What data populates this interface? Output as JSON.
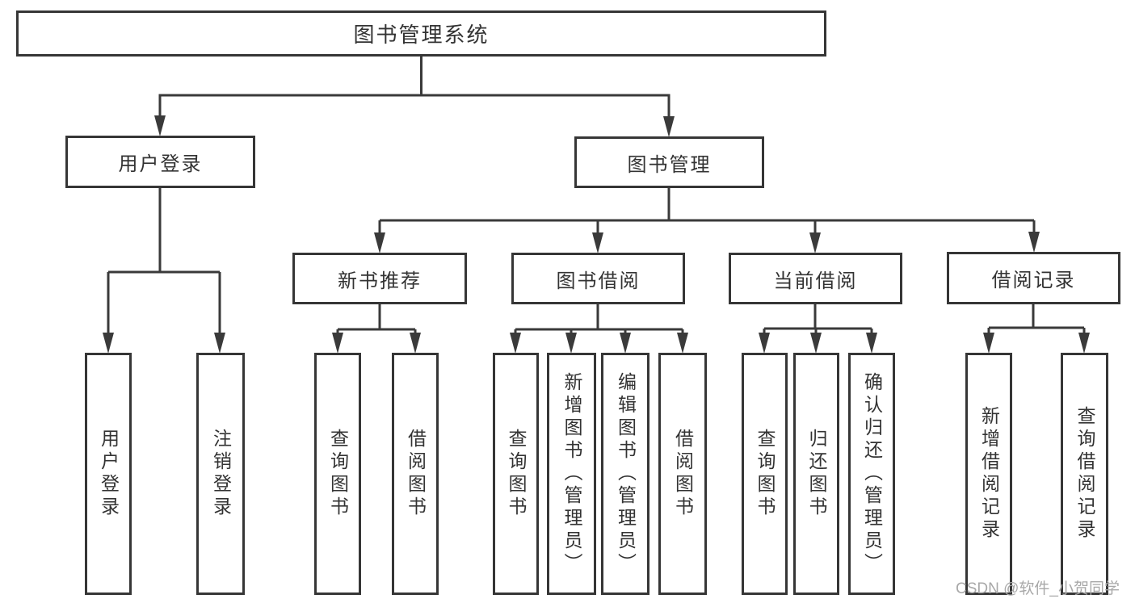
{
  "diagram": {
    "root": "图书管理系统",
    "level2": [
      "用户登录",
      "图书管理"
    ],
    "level3": [
      "新书推荐",
      "图书借阅",
      "当前借阅",
      "借阅记录"
    ],
    "leaves_login": [
      "用户登录",
      "注销登录"
    ],
    "leaves_recommend": [
      "查询图书",
      "借阅图书"
    ],
    "leaves_borrow": [
      "查询图书",
      "新增图书（管理员）",
      "编辑图书（管理员）",
      "借阅图书"
    ],
    "leaves_current": [
      "查询图书",
      "归还图书",
      "确认归还（管理员）"
    ],
    "leaves_records": [
      "新增借阅记录",
      "查询借阅记录"
    ]
  },
  "watermark": "CSDN @软件_小贺同学",
  "colors": {
    "line": "#3a3a3a",
    "text": "#333333",
    "box_fill": "#ffffff",
    "watermark": "#a8a8a8"
  }
}
